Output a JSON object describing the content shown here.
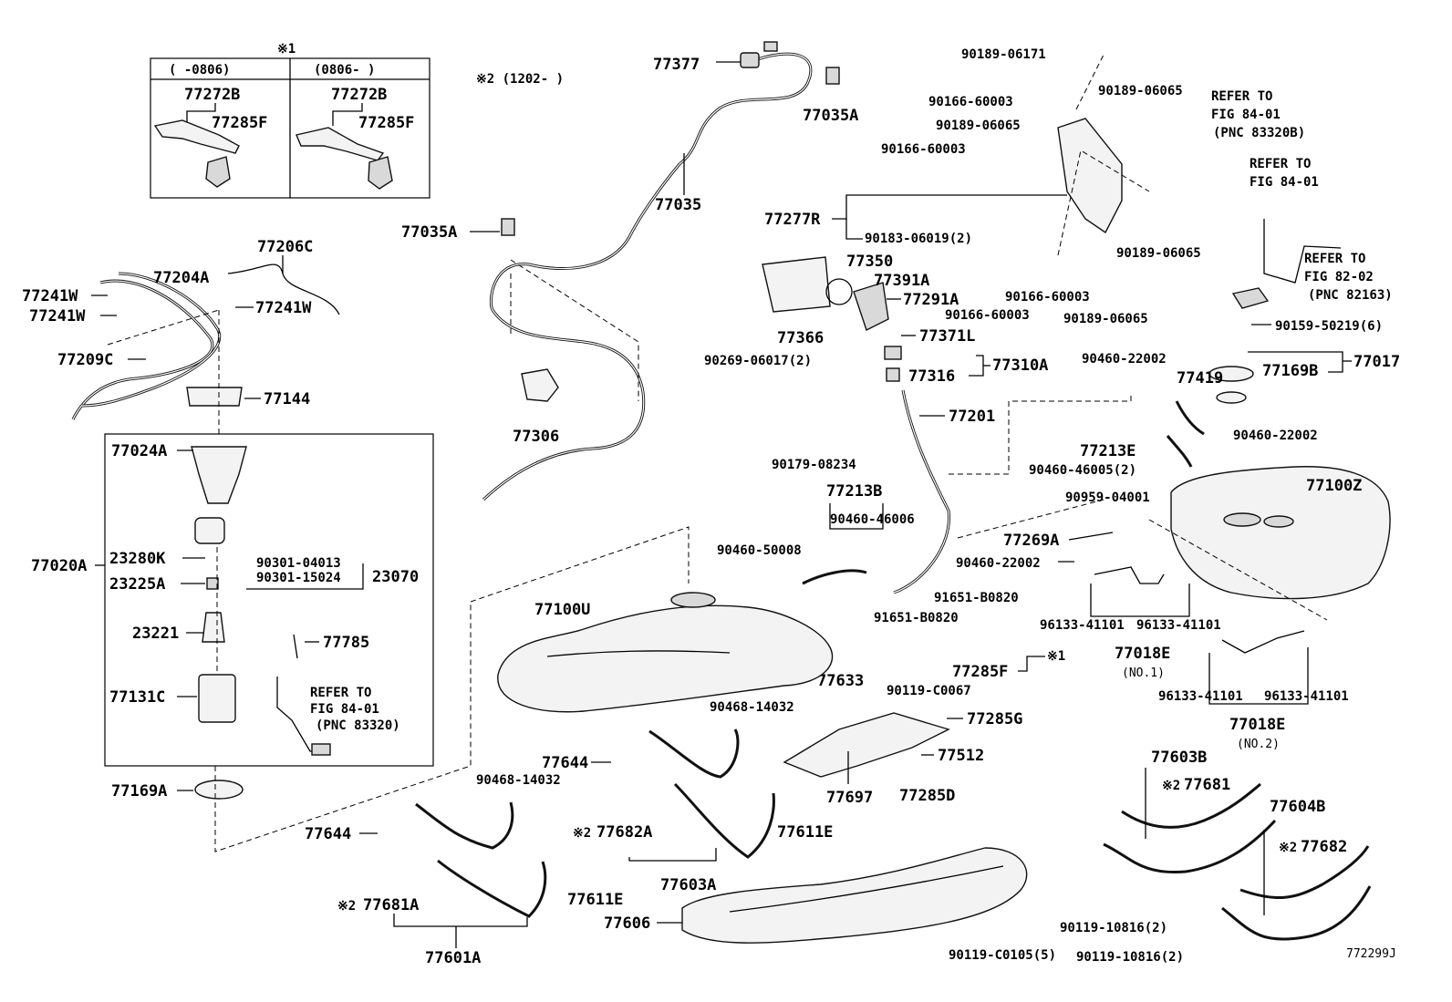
{
  "diagram_id": "772299J",
  "notes": {
    "note1_mark": "※1",
    "note2_header": "※2 (1202-     )",
    "note1_col_a": "(     -0806)",
    "note1_col_b": "(0806-     )"
  },
  "refs": {
    "r1_line1": "REFER TO",
    "r1_line2": "FIG 84-01",
    "r1_line3": "(PNC 83320B)",
    "r2_line1": "REFER TO",
    "r2_line2": "FIG 84-01",
    "r3_line1": "REFER TO",
    "r3_line2": "FIG 82-02",
    "r3_line3": "(PNC 82163)",
    "r4_line1": "REFER TO",
    "r4_line2": "FIG 84-01",
    "r4_line3": "(PNC 83320)"
  },
  "labels": {
    "p77272B_a": "77272B",
    "p77285F_a": "77285F",
    "p77272B_b": "77272B",
    "p77285F_b": "77285F",
    "p77377": "77377",
    "p77035A_top": "77035A",
    "p77035": "77035",
    "p77035A_left": "77035A",
    "p77306": "77306",
    "p77206C": "77206C",
    "p77204A": "77204A",
    "p77241W_a": "77241W",
    "p77241W_b": "77241W",
    "p77241W_c": "77241W",
    "p77209C": "77209C",
    "p77144": "77144",
    "p77024A": "77024A",
    "p77020A": "77020A",
    "p23280K": "23280K",
    "p23225A": "23225A",
    "p90301_04013": "90301-04013",
    "p90301_15024": "90301-15024",
    "p23070": "23070",
    "p23221": "23221",
    "p77785": "77785",
    "p77131C": "77131C",
    "p77169A": "77169A",
    "p90189_06171": "90189-06171",
    "p90166_60003_a": "90166-60003",
    "p90189_06065_a": "90189-06065",
    "p90189_06065_b": "90189-06065",
    "p90166_60003_b": "90166-60003",
    "p77277R": "77277R",
    "p90183_06019": "90183-06019(2)",
    "p90189_06065_c": "90189-06065",
    "p90166_60003_c": "90166-60003",
    "p90166_60003_d": "90166-60003",
    "p90189_06065_d": "90189-06065",
    "p77350": "77350",
    "p77391A": "77391A",
    "p77291A": "77291A",
    "p77366": "77366",
    "p90269_06017": "90269-06017(2)",
    "p77371L": "77371L",
    "p77316": "77316",
    "p77310A": "77310A",
    "p77201": "77201",
    "p90179_08234": "90179-08234",
    "p77213B": "77213B",
    "p90460_46006": "90460-46006",
    "p90460_50008": "90460-50008",
    "p91651_B0820_a": "91651-B0820",
    "p91651_B0820_b": "91651-B0820",
    "p77633": "77633",
    "p77285F_c": "77285F",
    "p90119_C0067": "90119-C0067",
    "p77285G": "77285G",
    "p90468_14032_a": "90468-14032",
    "p77512": "77512",
    "p77697": "77697",
    "p77285D": "77285D",
    "p77100U": "77100U",
    "p77644_a": "77644",
    "p90468_14032_b": "90468-14032",
    "p77644_b": "77644",
    "p77682A": "77682A",
    "p77681A": "77681A",
    "p77611E_a": "77611E",
    "p77611E_b": "77611E",
    "p77603A": "77603A",
    "p77601A": "77601A",
    "p77606": "77606",
    "p90119_C0105": "90119-C0105(5)",
    "p90159_50219": "90159-50219(6)",
    "p90460_22002_a": "90460-22002",
    "p77017": "77017",
    "p77419": "77419",
    "p77169B": "77169B",
    "p90460_22002_b": "90460-22002",
    "p77213E": "77213E",
    "p90460_46005": "90460-46005(2)",
    "p90959_04001": "90959-04001",
    "p77100Z": "77100Z",
    "p77269A": "77269A",
    "p90460_22002_c": "90460-22002",
    "p96133_a": "96133-41101",
    "p96133_b": "96133-41101",
    "p77018E_a": "77018E",
    "p77018E_a_sub": "(NO.1)",
    "p96133_c": "96133-41101",
    "p96133_d": "96133-41101",
    "p77018E_b": "77018E",
    "p77018E_b_sub": "(NO.2)",
    "p77603B": "77603B",
    "p77681": "77681",
    "p77604B": "77604B",
    "p77682": "77682",
    "p90119_10816_a": "90119-10816(2)",
    "p90119_10816_b": "90119-10816(2)",
    "mark_x1": "※1",
    "mark_x2_a": "※2",
    "mark_x2_b": "※2",
    "mark_x2_c": "※2",
    "mark_x2_d": "※2"
  }
}
